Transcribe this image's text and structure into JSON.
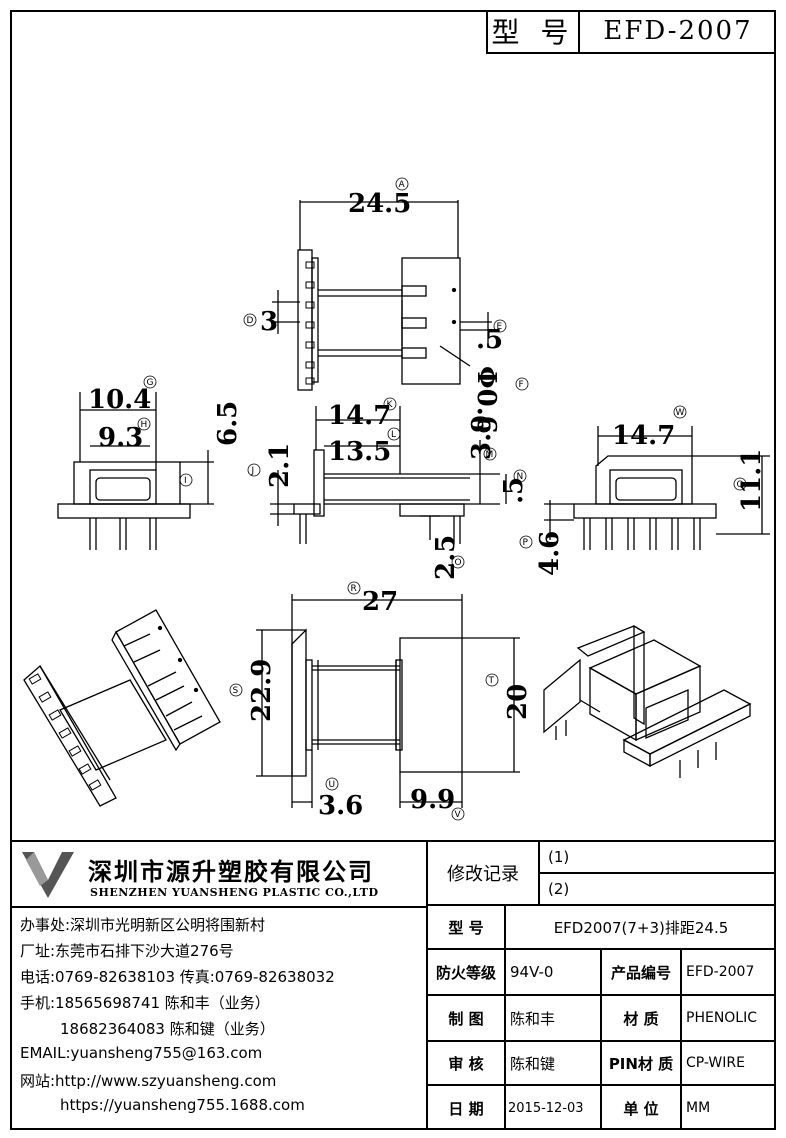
{
  "header": {
    "model_label": "型 号",
    "model_value": "EFD-2007"
  },
  "dimensions": {
    "A": "24.5",
    "D": "3",
    "E": ".5",
    "F": "Φ0.6",
    "G": "10.4",
    "H": "9.3",
    "I": "6.5",
    "J": "2.1",
    "K": "14.7",
    "L": "13.5",
    "M": "3.9",
    "N": ".5",
    "O": "2.5",
    "W": "14.7",
    "Q": "11.1",
    "P": "4.6",
    "R": "27",
    "S": "22.9",
    "T": "20",
    "U": "3.6",
    "V": "9.9"
  },
  "markers": [
    "A",
    "D",
    "E",
    "F",
    "G",
    "H",
    "I",
    "J",
    "K",
    "L",
    "M",
    "N",
    "O",
    "P",
    "Q",
    "R",
    "S",
    "T",
    "U",
    "V",
    "W"
  ],
  "company": {
    "name_cn": "深圳市源升塑胶有限公司",
    "name_en": "SHENZHEN YUANSHENG PLASTIC CO.,LTD",
    "office": "办事处:深圳市光明新区公明将围新村",
    "factory": "厂址:东莞市石排下沙大道276号",
    "phone": "电话:0769-82638103 传真:0769-82638032",
    "mobile1": "手机:18565698741 陈和丰（业务）",
    "mobile2": "18682364083 陈和键（业务）",
    "email": "EMAIL:yuansheng755@163.com",
    "web1": "网站:http://www.szyuansheng.com",
    "web2": "https://yuansheng755.1688.com"
  },
  "revision": {
    "label": "修改记录",
    "r1": "(1)",
    "r2": "(2)"
  },
  "table": {
    "model_label": "型 号",
    "model_value": "EFD2007(7+3)排距24.5",
    "fire_label": "防火等级",
    "fire_value": "94V-0",
    "code_label": "产品编号",
    "code_value": "EFD-2007",
    "drawn_label": "制 图",
    "drawn_value": "陈和丰",
    "material_label": "材 质",
    "material_value": "PHENOLIC",
    "check_label": "审 核",
    "check_value": "陈和键",
    "pin_label": "PIN材 质",
    "pin_value": "CP-WIRE",
    "date_label": "日 期",
    "date_value": "2015-12-03",
    "unit_label": "单 位",
    "unit_value": "MM"
  }
}
